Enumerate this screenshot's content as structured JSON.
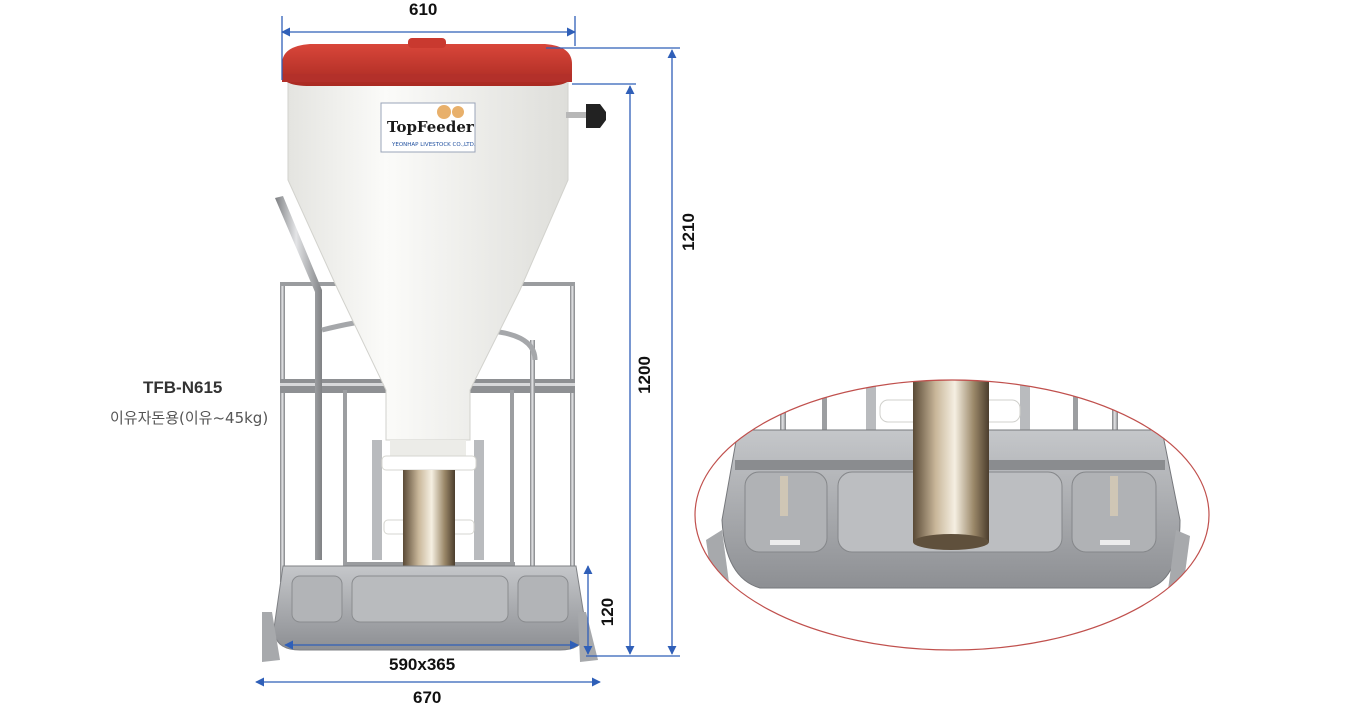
{
  "product": {
    "model_code": "TFB-N615",
    "description": "이유자돈용(이유~45kg)",
    "logo": {
      "brand": "TopFeeder",
      "company": "YEONHAP LIVESTOCK CO.,LTD."
    }
  },
  "dimensions": {
    "top_width": "610",
    "total_height": "1210",
    "body_height": "1200",
    "trough_height": "120",
    "trough_size": "590x365",
    "base_width": "670"
  },
  "colors": {
    "lid": "#c8352b",
    "hopper": "#f1f1ee",
    "steel": "#a9aaac",
    "dimension_line": "#2f5fb8",
    "ellipse_outline": "#c0504d"
  },
  "icons": [
    "top-feeder-logo-icon",
    "adjustment-knob-icon"
  ]
}
